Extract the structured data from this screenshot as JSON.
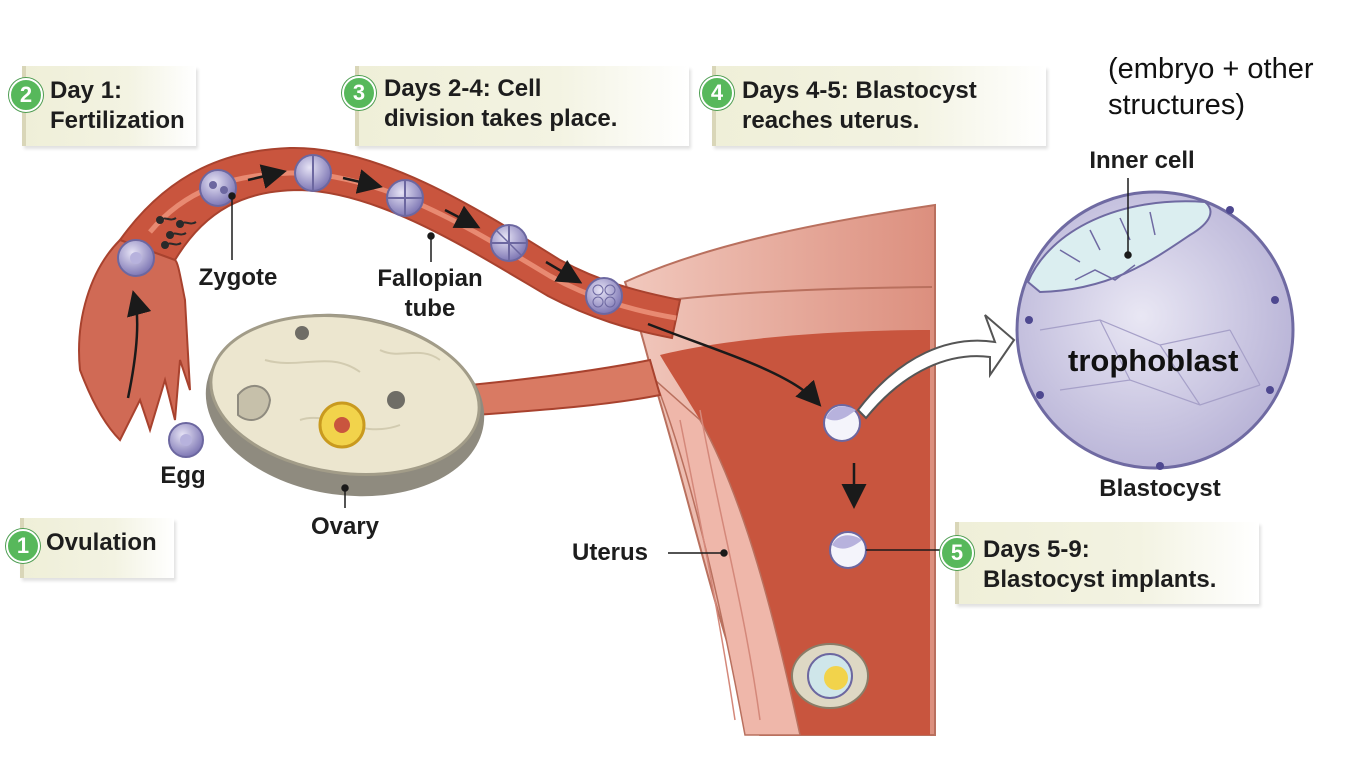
{
  "steps": [
    {
      "number": "1",
      "text": [
        "Ovulation"
      ]
    },
    {
      "number": "2",
      "text": [
        "Day 1:",
        "Fertilization"
      ]
    },
    {
      "number": "3",
      "text": [
        "Days 2-4: Cell",
        "division takes place."
      ]
    },
    {
      "number": "4",
      "text": [
        "Days 4-5: Blastocyst",
        "reaches uterus."
      ]
    },
    {
      "number": "5",
      "text": [
        "Days 5-9:",
        "Blastocyst implants."
      ]
    }
  ],
  "labels": {
    "zygote": "Zygote",
    "fallopian_tube": [
      "Fallopian",
      "tube"
    ],
    "egg": "Egg",
    "ovary": "Ovary",
    "uterus": "Uterus",
    "inner_cell": "Inner cell",
    "trophoblast": "trophoblast",
    "blastocyst": "Blastocyst"
  },
  "note": [
    "(embryo + other",
    "structures)"
  ],
  "colors": {
    "badge_green": "#57b85b",
    "tube_red": "#c9553e",
    "uterus_pink": "#e7a89a",
    "ovary_cream": "#ece6cf",
    "cell_purple": "#9a94c8",
    "inner_mass": "#dbeef0",
    "box_fill": "#efefd8"
  }
}
